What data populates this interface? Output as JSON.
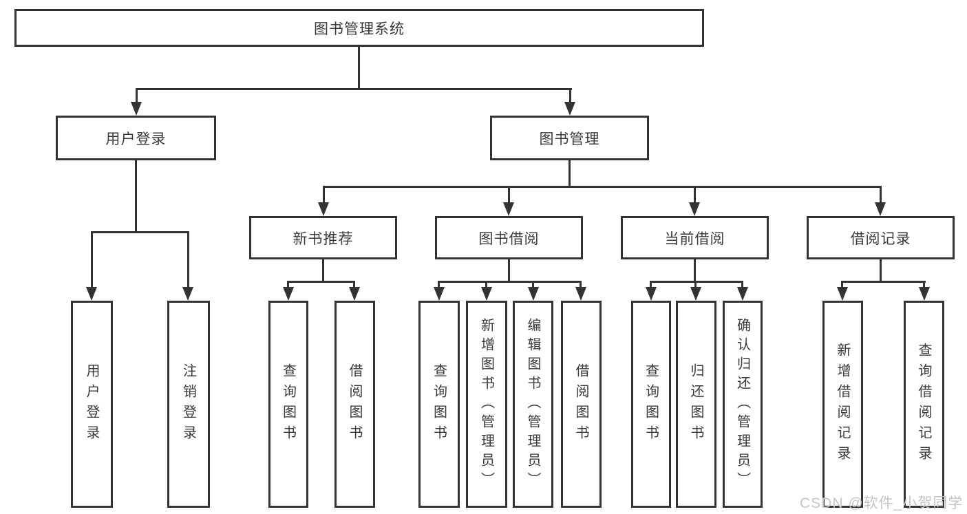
{
  "tree": {
    "label": "图书管理系统",
    "children": [
      {
        "label": "用户登录",
        "children": [
          {
            "label": "用户登录"
          },
          {
            "label": "注销登录"
          }
        ]
      },
      {
        "label": "图书管理",
        "children": [
          {
            "label": "新书推荐",
            "children": [
              {
                "label": "查询图书"
              },
              {
                "label": "借阅图书"
              }
            ]
          },
          {
            "label": "图书借阅",
            "children": [
              {
                "label": "查询图书"
              },
              {
                "label": "新增图书（管理员）"
              },
              {
                "label": "编辑图书（管理员）"
              },
              {
                "label": "借阅图书"
              }
            ]
          },
          {
            "label": "当前借阅",
            "children": [
              {
                "label": "查询图书"
              },
              {
                "label": "归还图书"
              },
              {
                "label": "确认归还（管理员）"
              }
            ]
          },
          {
            "label": "借阅记录",
            "children": [
              {
                "label": "新增借阅记录"
              },
              {
                "label": "查询借阅记录"
              }
            ]
          }
        ]
      }
    ]
  },
  "watermark": "CSDN @软件_小贺同学",
  "colors": {
    "line": "#333333",
    "text": "#3a3a3a",
    "watermark": "#c6c6c6",
    "background": "#ffffff"
  }
}
